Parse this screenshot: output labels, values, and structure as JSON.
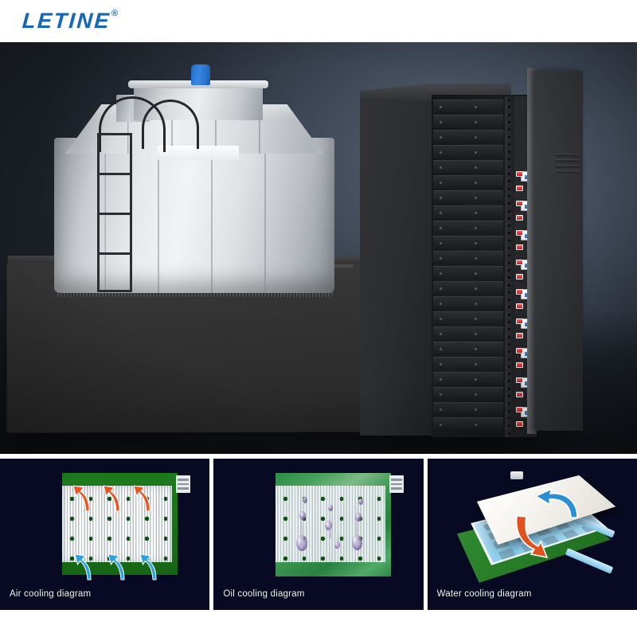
{
  "header": {
    "brand": "LETINE",
    "registered_mark": "®",
    "brand_color": "#1767b2"
  },
  "hero": {
    "name": "cooling-tower-and-server-rack-photo",
    "elements": {
      "cooling_tower": "cooling-tower",
      "tower_cap_color": "#2a74cf",
      "ladder": "access-ladder",
      "pipes": "inlet-outlet-pipes",
      "container": "container-platform",
      "server_rack": "server-rack-cabinet",
      "rack_door": "rack-door-open",
      "server_unit_count": 22,
      "breaker_count": 9,
      "led_color": "#e03030"
    }
  },
  "panels": [
    {
      "id": "air-cooling",
      "label": "Air cooling diagram",
      "board_color": "#1c7a1c",
      "fin_color": "#ffffff",
      "hot_arrow_color": "#e8531f",
      "cold_arrow_color": "#2ba3e0",
      "hot_arrow_count": 3,
      "cold_arrow_count": 3,
      "dot_rows": 4,
      "dot_cols": 6
    },
    {
      "id": "oil-cooling",
      "label": "Oil cooling diagram",
      "board_color": "#3f9351",
      "fin_color": "#f4f6f8",
      "bubble_color": "#b4a2cf",
      "bubble_count": 9,
      "dot_rows": 4,
      "dot_cols": 6
    },
    {
      "id": "water-cooling",
      "label": "Water cooling diagram",
      "pcb_color": "#2f8a2f",
      "water_color": "#86cdee",
      "cold_plate_color": "#f4f2ec",
      "inlet_arrow_color": "#2b8fd4",
      "outlet_arrow_color": "#e0531f"
    }
  ]
}
